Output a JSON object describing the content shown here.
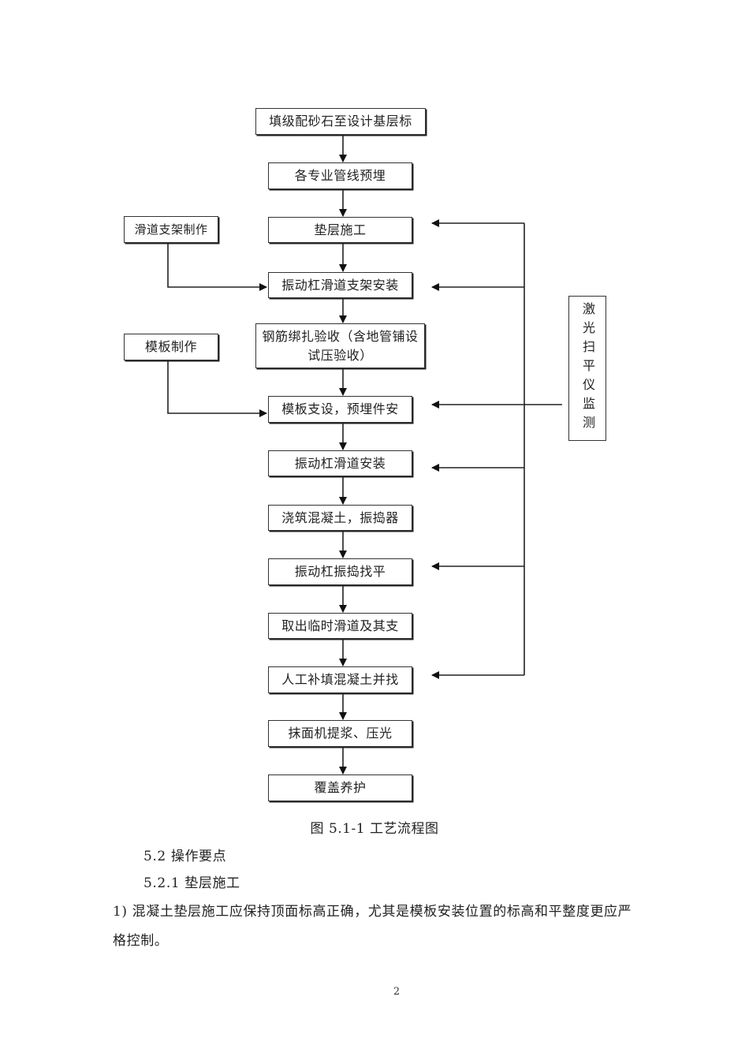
{
  "flowchart": {
    "main_steps": [
      "填级配砂石至设计基层标",
      "各专业管线预埋",
      "垫层施工",
      "振动杠滑道支架安装",
      "钢筋绑扎验收（含地管铺设试压验收）",
      "模板支设，预埋件安",
      "振动杠滑道安装",
      "浇筑混凝土，振捣器",
      "振动杠振捣找平",
      "取出临时滑道及其支",
      "人工补填混凝土并找",
      "抹面机提浆、压光",
      "覆盖养护"
    ],
    "side_steps": {
      "slide_support": "滑道支架制作",
      "formwork": "模板制作"
    },
    "monitor": "激光扫平仪监测",
    "caption": "图 5.1-1  工艺流程图"
  },
  "text": {
    "heading_1": "5.2 操作要点",
    "heading_2": "5.2.1 垫层施工",
    "paragraph_line1": "1) 混凝土垫层施工应保持顶面标高正确，尤其是模板安装位置的标高和平整度更应严",
    "paragraph_line2": "格控制。"
  },
  "page_number": "2"
}
